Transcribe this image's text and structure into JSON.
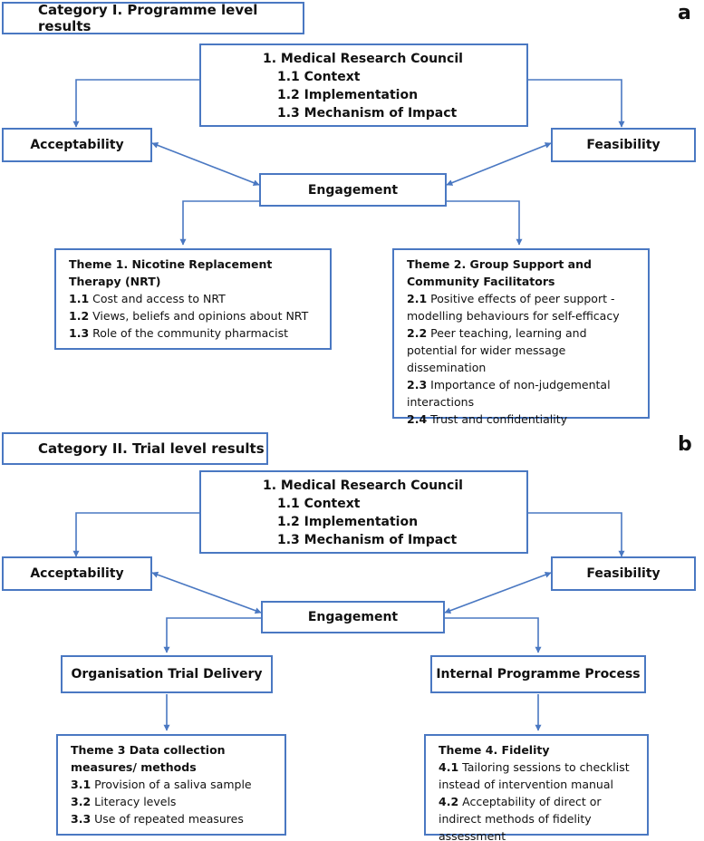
{
  "panel_a": {
    "letter": "a",
    "category": "Category I. Programme level results",
    "mrc": {
      "title": "1. Medical Research Council",
      "items": [
        "1.1 Context",
        "1.2 Implementation",
        "1.3 Mechanism of Impact"
      ]
    },
    "acceptability": "Acceptability",
    "feasibility": "Feasibility",
    "engagement": "Engagement",
    "theme1": {
      "title": "Theme 1. Nicotine Replacement Therapy (NRT)",
      "items": [
        {
          "num": "1.1",
          "text": "Cost and access to NRT"
        },
        {
          "num": "1.2",
          "text": "Views, beliefs and opinions about NRT"
        },
        {
          "num": "1.3",
          "text": "Role of the community pharmacist"
        }
      ]
    },
    "theme2": {
      "title": "Theme 2. Group Support and Community Facilitators",
      "items": [
        {
          "num": "2.1",
          "text": "Positive effects of peer support - modelling behaviours for self-efficacy"
        },
        {
          "num": "2.2",
          "text": "Peer teaching, learning and potential for wider message dissemination"
        },
        {
          "num": "2.3",
          "text": "Importance of non-judgemental interactions"
        },
        {
          "num": "2.4",
          "text": "Trust and confidentiality"
        }
      ]
    }
  },
  "panel_b": {
    "letter": "b",
    "category": "Category II. Trial level results",
    "mrc": {
      "title": "1. Medical Research Council",
      "items": [
        "1.1 Context",
        "1.2 Implementation",
        "1.3 Mechanism of Impact"
      ]
    },
    "acceptability": "Acceptability",
    "feasibility": "Feasibility",
    "engagement": "Engagement",
    "org_delivery": "Organisation Trial Delivery",
    "internal_process": "Internal Programme Process",
    "theme3": {
      "title": "Theme 3 Data collection measures/ methods",
      "items": [
        {
          "num": "3.1",
          "text": "Provision of a saliva sample"
        },
        {
          "num": "3.2",
          "text": "Literacy levels"
        },
        {
          "num": "3.3",
          "text": "Use of repeated measures"
        }
      ]
    },
    "theme4": {
      "title": "Theme 4. Fidelity",
      "items": [
        {
          "num": "4.1",
          "text": "Tailoring sessions to checklist instead of intervention manual"
        },
        {
          "num": "4.2",
          "text": "Acceptability of direct or indirect methods of fidelity assessment"
        }
      ]
    }
  },
  "colors": {
    "border": "#4a78c2",
    "arrow": "#4a78c2",
    "text": "#111111"
  }
}
